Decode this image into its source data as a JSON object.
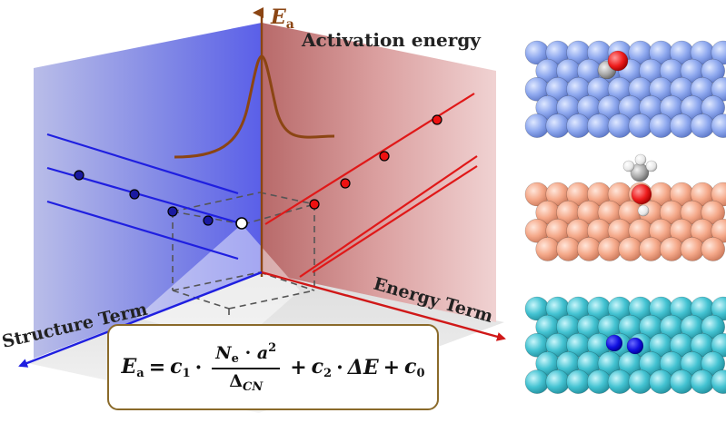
{
  "axes": {
    "y_label_main": "E",
    "y_label_sub": "a",
    "y_title": "Activation energy",
    "left_title": "Structure Term",
    "right_title": "Energy Term"
  },
  "formula": {
    "lhs": "E",
    "lhs_sub": "a",
    "equals": "=",
    "c1": "c",
    "c1_sub": "1",
    "dot": "·",
    "num_a": "N",
    "num_a_sub": "e",
    "num_b": "a",
    "num_b_sup": "2",
    "den": "Δ",
    "den_sub": "CN",
    "plus1": "+",
    "c2": "c",
    "c2_sub": "2",
    "dE": "ΔE",
    "plus2": "+",
    "c0": "c",
    "c0_sub": "0"
  },
  "colors": {
    "axis_brown": "#8B4513",
    "structure_blue": "#1f1fe0",
    "energy_red": "#e01818",
    "box_border": "#8a6a2a",
    "surface_blue": "#8aa8ee",
    "surface_salmon": "#f5a98a",
    "surface_teal": "#3fbfcf"
  },
  "surfaces": [
    {
      "name": "blue-surface",
      "adsorbate": "CO"
    },
    {
      "name": "salmon-surface",
      "adsorbate": "CH3OH"
    },
    {
      "name": "teal-surface",
      "adsorbate": "N2"
    }
  ]
}
